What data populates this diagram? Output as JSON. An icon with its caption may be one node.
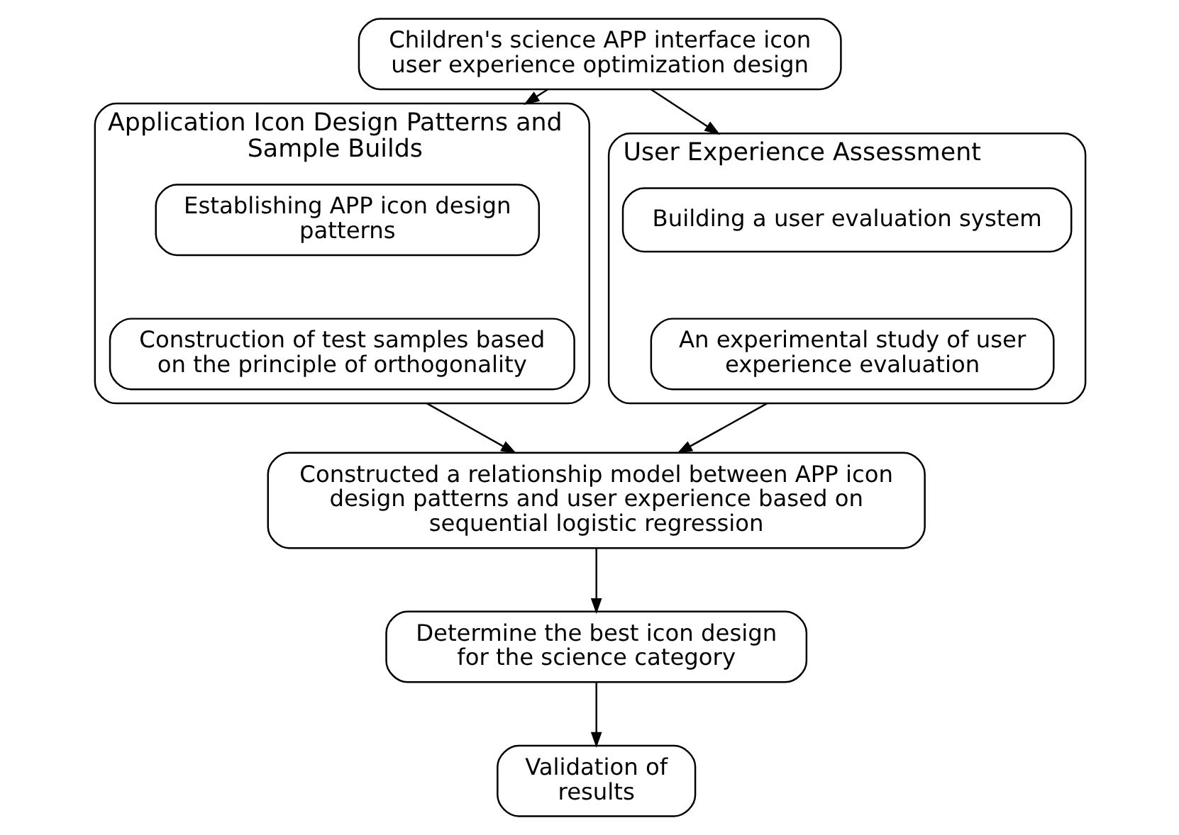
{
  "diagram": {
    "nodes": [
      {
        "text": [
          "Children's science APP interface icon user experience optimization design"
        ]
      },
      {
        "text": [
          "Application Icon Design Patterns and Sample Builds"
        ]
      },
      {
        "text": [
          "Establishing APP icon design patterns"
        ],
        "in": 1
      },
      {
        "text": [
          "Construction of test samples based on the principle of orthogonality"
        ],
        "in": 1
      },
      {
        "text": [
          "User Experience Assessment"
        ]
      },
      {
        "text": [
          "Building a user evaluation system"
        ],
        "in": 4
      },
      {
        "text": [
          "An experimental study of user experience evaluation"
        ],
        "in": 4
      },
      {
        "text": [
          "Constructed a relationship model between APP icon design patterns and user experience based on sequential logistic regression"
        ]
      },
      {
        "text": [
          "Determine the best icon design for the science category"
        ]
      },
      {
        "text": [
          "Validation of results"
        ]
      }
    ],
    "edges": [
      {
        "from": 0,
        "to": 1,
        "arrow": "to"
      },
      {
        "from": 0,
        "to": 4,
        "arrow": "to"
      },
      {
        "from": 1,
        "to": 7,
        "arrow": "to"
      },
      {
        "from": 4,
        "to": 7,
        "arrow": "to"
      },
      {
        "from": 7,
        "to": 8,
        "arrow": "to"
      },
      {
        "from": 8,
        "to": 9,
        "arrow": "to"
      }
    ]
  }
}
